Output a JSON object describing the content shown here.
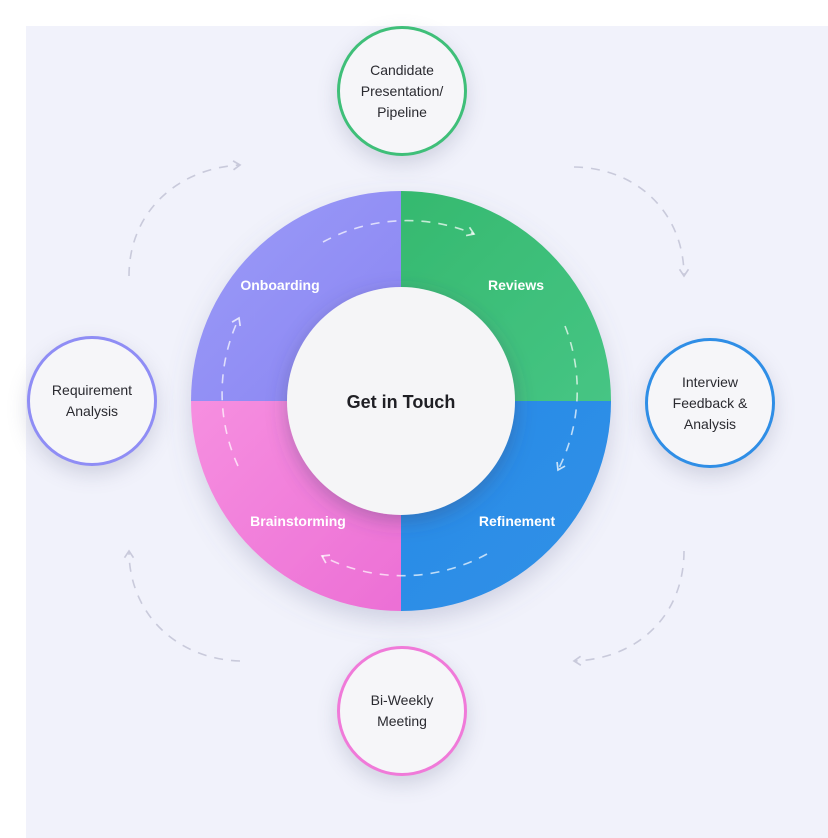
{
  "center": {
    "label": "Get in Touch"
  },
  "segments": [
    {
      "label": "Onboarding",
      "color": "#8f8df5"
    },
    {
      "label": "Reviews",
      "color": "#3fc07a"
    },
    {
      "label": "Refinement",
      "color": "#2c8ce8"
    },
    {
      "label": "Brainstorming",
      "color": "#f07ad8"
    }
  ],
  "nodes": {
    "top": {
      "label": "Candidate\nPresentation/\nPipeline",
      "color": "#3fbf79"
    },
    "right": {
      "label": "Interview\nFeedback &\nAnalysis",
      "color": "#2f8ee6"
    },
    "bottom": {
      "label": "Bi-Weekly\nMeeting",
      "color": "#f07ad9"
    },
    "left": {
      "label": "Requirement\nAnalysis",
      "color": "#8f8df5"
    }
  },
  "arrow_color": "#c9cadb"
}
